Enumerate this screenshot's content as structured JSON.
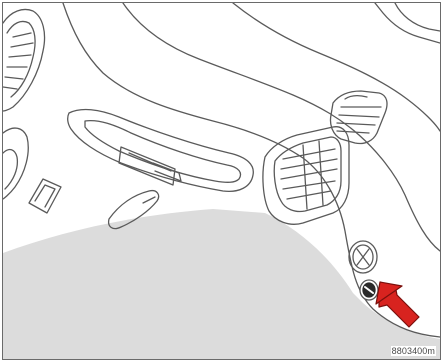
{
  "figure": {
    "image_code": "8803400m",
    "colors": {
      "background": "#ffffff",
      "floor": "#dcdcdc",
      "line": "#5a5a5a",
      "arrow_fill": "#d8231f",
      "arrow_stroke": "#7a0f0c"
    },
    "parts": [
      "dashboard-panel",
      "side-air-vent",
      "center-air-vents",
      "lower-compartment-opening",
      "round-control-knob",
      "lock-cylinder",
      "indicator-arrow"
    ]
  }
}
